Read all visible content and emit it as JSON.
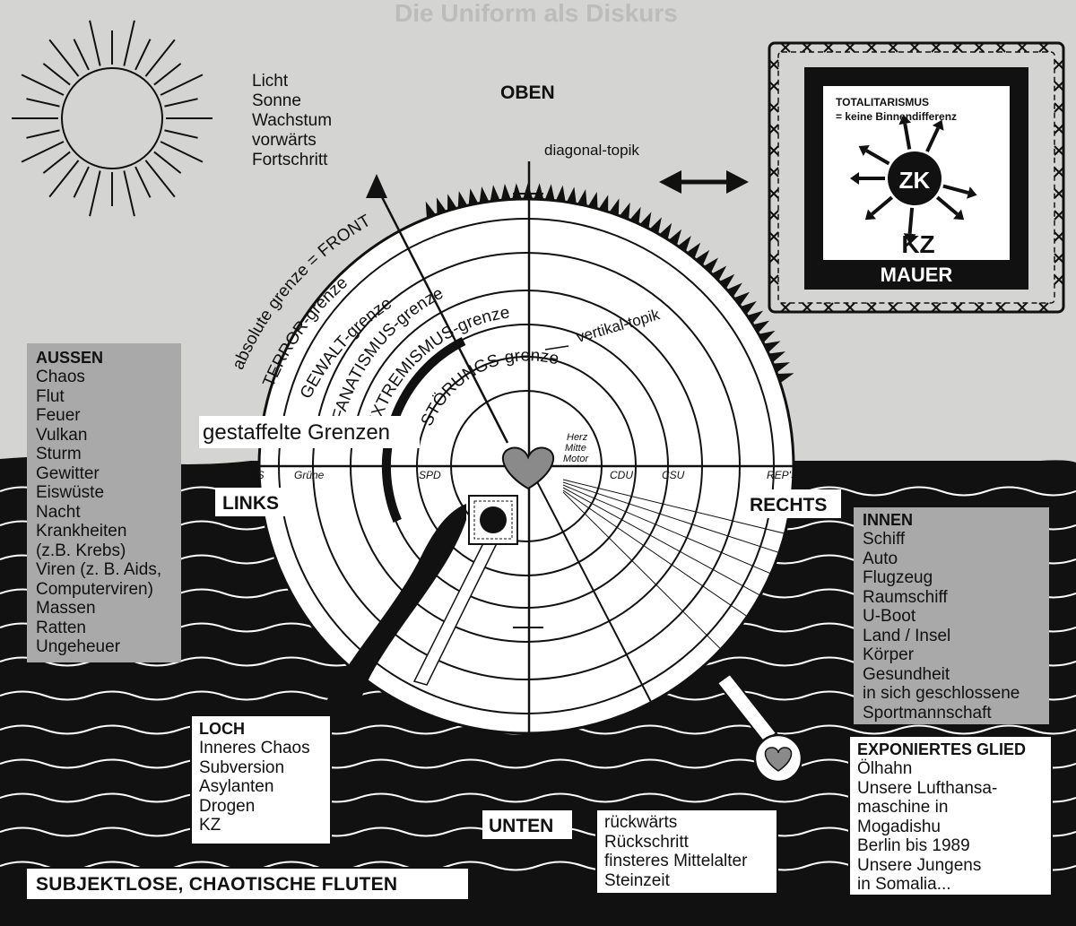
{
  "page": {
    "header_ghost": "Die Uniform als Diskurs"
  },
  "directions": {
    "top": "OBEN",
    "bottom": "UNTEN",
    "left": "LINKS",
    "right": "RECHTS"
  },
  "sun_words": [
    "Licht",
    "Sonne",
    "Wachstum",
    "vorwärts",
    "Fortschritt"
  ],
  "back_words": [
    "rückwärts",
    "Rückschritt",
    "finsteres Mittelalter",
    "Steinzeit"
  ],
  "circle": {
    "boundaries": [
      "absolute grenze = FRONT",
      "TERROR-grenze",
      "GEWALT-grenze",
      "FANATISMUS-grenze",
      "EXTREMISMUS-grenze",
      "STÖRUNGS-grenze"
    ],
    "staggered_label": "gestaffelte Grenzen",
    "diagonal_label": "diagonal-topik",
    "vertical_label": "vertikal-topik",
    "center_label": [
      "Herz",
      "Mitte",
      "Motor"
    ],
    "parties": [
      "PDS",
      "Grüne",
      "SPD",
      "CDU",
      "CSU",
      "REP'S"
    ]
  },
  "outside": {
    "title": "AUSSEN",
    "items": [
      "Chaos",
      "Flut",
      "Feuer",
      "Vulkan",
      "Sturm",
      "Gewitter",
      "Eiswüste",
      "Nacht",
      "Krankheiten",
      "(z.B. Krebs)",
      "Viren (z. B. Aids,",
      "Computerviren)",
      "Massen",
      "Ratten",
      "Ungeheuer"
    ]
  },
  "inside": {
    "title": "INNEN",
    "items": [
      "Schiff",
      "Auto",
      "Flugzeug",
      "Raumschiff",
      "U-Boot",
      "Land / Insel",
      "Körper",
      "Gesundheit",
      "in sich geschlossene",
      "Sportmannschaft"
    ]
  },
  "hole": {
    "title": "LOCH",
    "items": [
      "Inneres Chaos",
      "Subversion",
      "Asylanten",
      "Drogen",
      "KZ"
    ]
  },
  "exposed": {
    "title": "EXPONIERTES GLIED",
    "items": [
      "Ölhahn",
      "Unsere Lufthansa-",
      "maschine in",
      "Mogadishu",
      "Berlin bis 1989",
      "Unsere Jungens",
      "in Somalia..."
    ]
  },
  "totalitarian": {
    "title": "TOTALITARISMUS",
    "subtitle": "= keine Binnendifferenz",
    "center": "ZK",
    "camp": "KZ",
    "wall": "MAUER"
  },
  "floods_label": "SUBJEKTLOSE, CHAOTISCHE FLUTEN",
  "colors": {
    "ink": "#111111",
    "paper": "#d4d4d2",
    "box_grey": "#a9a9a9",
    "heart": "#8a8a8a"
  }
}
